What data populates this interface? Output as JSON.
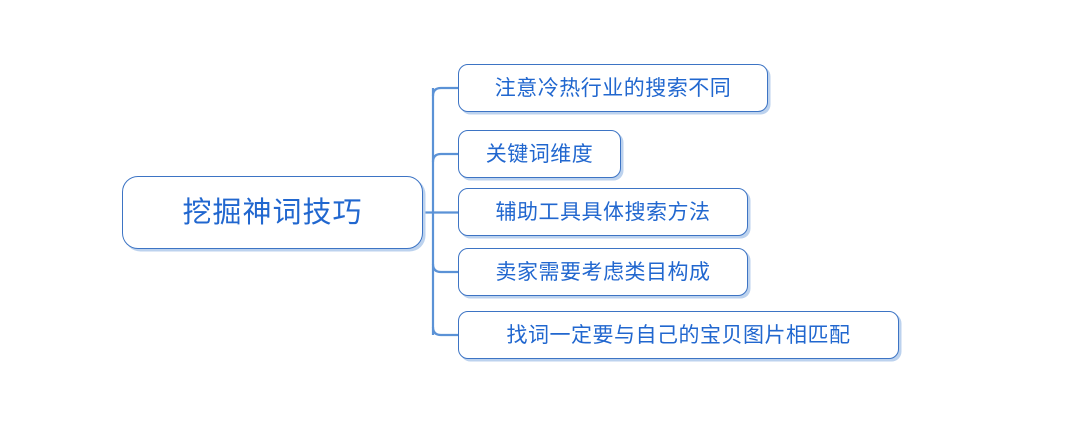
{
  "diagram": {
    "type": "mind-map",
    "background_color": "#ffffff",
    "node_border_color": "#3d74c4",
    "node_shadow_color": "#bcd2ee",
    "text_color": "#2167cf",
    "connector_color": "#5b92d6",
    "root": {
      "label": "挖掘神词技巧"
    },
    "branches": [
      {
        "label": "注意冷热行业的搜索不同"
      },
      {
        "label": "关键词维度"
      },
      {
        "label": "辅助工具具体搜索方法"
      },
      {
        "label": "卖家需要考虑类目构成"
      },
      {
        "label": "找词一定要与自己的宝贝图片相匹配"
      }
    ]
  }
}
